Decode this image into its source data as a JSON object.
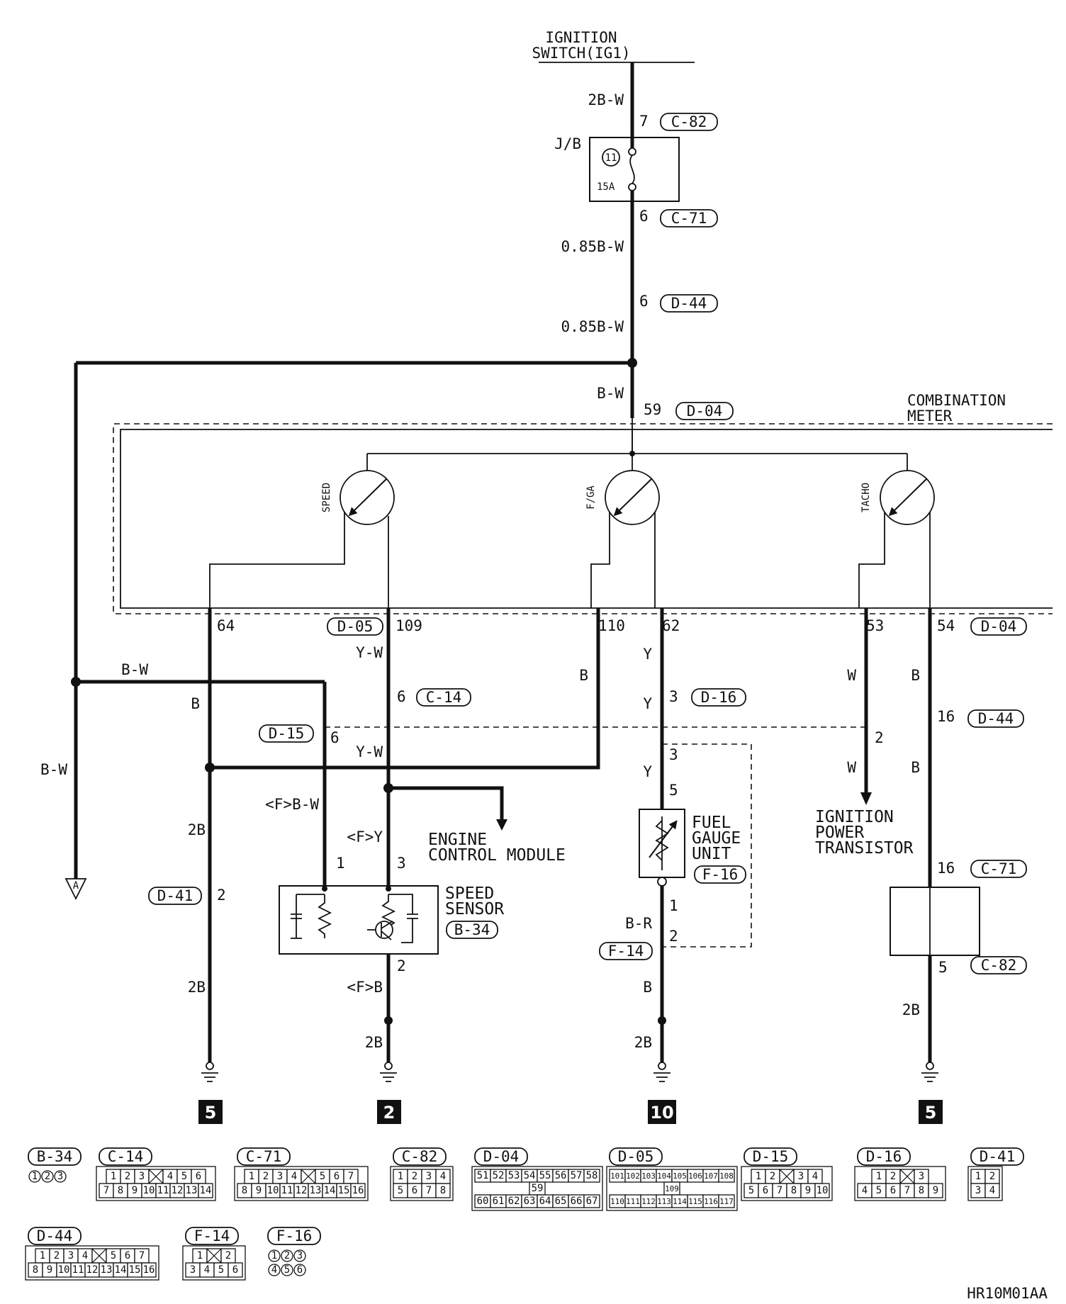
{
  "diagram": {
    "ignition_switch": [
      "IGNITION",
      "SWITCH(IG1)"
    ],
    "combination_meter": [
      "COMBINATION",
      "METER"
    ],
    "jb_label": "J/B",
    "fuse_number": "11",
    "fuse_rating": "15A",
    "gauges": [
      {
        "name": "SPEED"
      },
      {
        "name": "F/GA"
      },
      {
        "name": "TACHO"
      }
    ],
    "main_wires": {
      "w_2bw": "2B-W",
      "w_085_1": "0.85B-W",
      "w_085_2": "0.85B-W",
      "w_bw_meter": "B-W",
      "w_bw_left": "B-W",
      "w_bw_branch": "B-W"
    },
    "pins": {
      "c82_top": "7",
      "c71_top": "6",
      "d44_top": "6",
      "d04_top": "59",
      "p64": "64",
      "p109": "109",
      "p110": "110",
      "p62": "62",
      "p53": "53",
      "p54": "54",
      "c14": "6",
      "d16": "3",
      "d15": "6",
      "f16_top": "3",
      "f16_5": "5",
      "d44_right": "16",
      "ipt": "2",
      "c71_right": "16",
      "ss_1": "1",
      "ss_3": "3",
      "d41": "2",
      "ss_2": "2",
      "f16_1": "1",
      "f14": "2",
      "c82_bottom": "5"
    },
    "connector_tags": {
      "c82_top": "C-82",
      "c71_top": "C-71",
      "d44_top": "D-44",
      "d04_top": "D-04",
      "d05": "D-05",
      "d04_right": "D-04",
      "c14": "C-14",
      "d16": "D-16",
      "d15": "D-15",
      "d44_right": "D-44",
      "c71_right": "C-71",
      "d41": "D-41",
      "b34": "B-34",
      "f16": "F-16",
      "f14": "F-14",
      "c82_bottom": "C-82"
    },
    "wire_colors": {
      "yw_1": "Y-W",
      "yw_2": "Y-W",
      "b_64": "B",
      "b_110": "B",
      "y_1": "Y",
      "y_2": "Y",
      "y_3": "Y",
      "w_1": "W",
      "w_2": "W",
      "b_r1": "B",
      "b_r2": "B",
      "g1_2b_1": "2B",
      "g1_2b_2": "2B",
      "fbw": "<F>B-W",
      "fy": "<F>Y",
      "fb": "<F>B",
      "g2_2b": "2B",
      "br": "B-R",
      "b_fuel": "B",
      "g3_2b": "2B",
      "g4_2b": "2B"
    },
    "components": {
      "engine_control_module": [
        "ENGINE",
        "CONTROL MODULE"
      ],
      "speed_sensor": [
        "SPEED",
        "SENSOR"
      ],
      "fuel_gauge_unit": [
        "FUEL",
        "GAUGE",
        "UNIT"
      ],
      "ignition_power_transistor": [
        "IGNITION",
        "POWER",
        "TRANSISTOR"
      ]
    },
    "offpage_ref": "A",
    "grounds": [
      "5",
      "2",
      "10",
      "5"
    ],
    "figure_code": "HR10M01AA"
  },
  "connectors": [
    {
      "tag": "B-34",
      "rows": [
        [
          "1",
          "2",
          "3"
        ]
      ],
      "round": true
    },
    {
      "tag": "C-14",
      "rows": [
        [
          "1",
          "2",
          "3",
          "",
          "4",
          "5",
          "6"
        ],
        [
          "7",
          "8",
          "9",
          "10",
          "11",
          "12",
          "13",
          "14"
        ]
      ]
    },
    {
      "tag": "C-71",
      "rows": [
        [
          "1",
          "2",
          "3",
          "4",
          "",
          "5",
          "6",
          "7"
        ],
        [
          "8",
          "9",
          "10",
          "11",
          "12",
          "13",
          "14",
          "15",
          "16"
        ]
      ]
    },
    {
      "tag": "C-82",
      "rows": [
        [
          "1",
          "2",
          "3",
          "4"
        ],
        [
          "5",
          "6",
          "7",
          "8"
        ]
      ]
    },
    {
      "tag": "D-04",
      "rows": [
        [
          "51",
          "52",
          "53",
          "54",
          "55",
          "56",
          "57",
          "58"
        ],
        [
          "59"
        ],
        [
          "60",
          "61",
          "62",
          "63",
          "64",
          "65",
          "66",
          "67"
        ]
      ]
    },
    {
      "tag": "D-05",
      "rows": [
        [
          "101",
          "102",
          "103",
          "104",
          "105",
          "106",
          "107",
          "108"
        ],
        [
          "109"
        ],
        [
          "110",
          "111",
          "112",
          "113",
          "114",
          "115",
          "116",
          "117"
        ]
      ]
    },
    {
      "tag": "D-15",
      "rows": [
        [
          "1",
          "2",
          "",
          "3",
          "4"
        ],
        [
          "5",
          "6",
          "7",
          "8",
          "9",
          "10"
        ]
      ]
    },
    {
      "tag": "D-16",
      "rows": [
        [
          "1",
          "2",
          "",
          "3"
        ],
        [
          "4",
          "5",
          "6",
          "7",
          "8",
          "9"
        ]
      ]
    },
    {
      "tag": "D-41",
      "rows": [
        [
          "1",
          "2"
        ],
        [
          "3",
          "4"
        ]
      ]
    },
    {
      "tag": "D-44",
      "rows": [
        [
          "1",
          "2",
          "3",
          "4",
          "",
          "5",
          "6",
          "7"
        ],
        [
          "8",
          "9",
          "10",
          "11",
          "12",
          "13",
          "14",
          "15",
          "16"
        ]
      ]
    },
    {
      "tag": "F-14",
      "rows": [
        [
          "1",
          "",
          "2"
        ],
        [
          "3",
          "4",
          "5",
          "6"
        ]
      ]
    },
    {
      "tag": "F-16",
      "rows": [
        [
          "1",
          "2",
          "3"
        ],
        [
          "4",
          "5",
          "6"
        ]
      ],
      "round": true
    }
  ]
}
